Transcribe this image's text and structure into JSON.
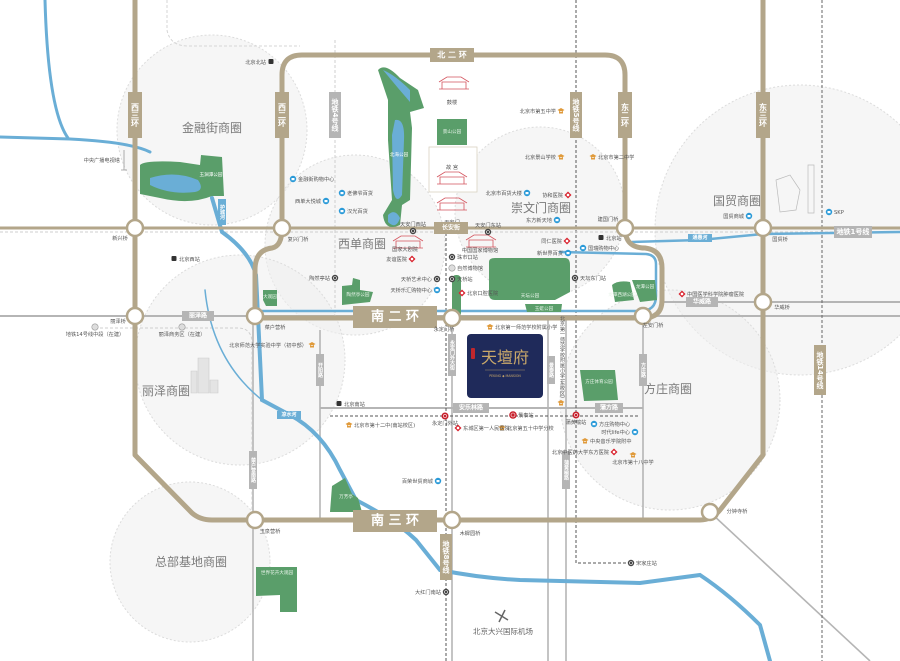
{
  "colors": {
    "ring": "#b3a68a",
    "road": "#b5b5b5",
    "river": "#6aaed6",
    "park": "#5a9e6a",
    "district": "#eeeeee",
    "project": "#1f2a5a",
    "project_text": "#c9a86a",
    "school": "#e09a3a",
    "shop": "#2a9ad8",
    "hospital": "#d9232e",
    "metro": "#444444",
    "label_gray": "#aaaaaa"
  },
  "roads": {
    "north2": "北 二 环",
    "south2": "南 二 环",
    "south3": "南 三 环",
    "west2": "西二环",
    "east2": "东二环",
    "west3": "西三环",
    "east3": "东三环",
    "changan": "长安街",
    "lize": "丽泽路",
    "huawei": "华威路",
    "anlelin": "安乐林路",
    "pufang": "蒲方路",
    "kaiyang": "开阳路",
    "caihuying": "菜户营南路",
    "yongdingmen": "永定门外大街",
    "jingtai": "景泰路",
    "puhuangyu": "蒲黄榆路",
    "fangzhuang": "方庄路"
  },
  "subway": {
    "line4": "地铁4号线",
    "line5": "地铁5号线",
    "line1": "地铁1号线",
    "line14": "地铁14号线",
    "line8": "地铁8号线"
  },
  "rivers": {
    "huchenghe": "护城河",
    "tonghuihe": "通惠河",
    "liangshuihe": "凉水河"
  },
  "districts": [
    "金融街商圈",
    "西单商圈",
    "崇文门商圈",
    "国贸商圈",
    "丽泽商圈",
    "方庄商圈",
    "总部基地商圈"
  ],
  "bridges": [
    "新兴桥",
    "复兴门桥",
    "建国门桥",
    "国贸桥",
    "丽泽桥",
    "菜户营桥",
    "永定门桥",
    "左安门桥",
    "华威桥",
    "玉泉营桥",
    "木樨园桥",
    "分钟寺桥"
  ],
  "parks": [
    "玉渊潭公园",
    "北海公园",
    "景山公园",
    "天坛公园",
    "陶然亭公园",
    "大观园",
    "龙潭公园",
    "龙潭西湖公园",
    "万芳亭",
    "世界花卉大观园",
    "方庄体育公园",
    "玉蜓公园"
  ],
  "landmarks": {
    "drum_tower": "鼓楼",
    "forbidden_city": "故 宫",
    "tiananmen": "天安门",
    "theatre": "国家大剧院",
    "museum": "中国国家博物馆",
    "tv_tower": "中央广播电视塔",
    "airport": "北京大兴国际机场"
  },
  "stations": [
    "北京北站",
    "北京西站",
    "北京站",
    "北京南站",
    "天安门西站",
    "天安门东站",
    "珠市口站",
    "自然博物馆",
    "天桥站",
    "天桥艺术中心",
    "天坛东门站",
    "陶然亭站",
    "永定门外站",
    "景泰站",
    "蒲黄榆站",
    "宋家庄站",
    "大红门南站",
    "丽泽商务区（在建）",
    "地铁14号线中段（在建）"
  ],
  "shops": [
    "金融街购物中心",
    "老佛爷百货",
    "西单大悦城",
    "汉光百货",
    "北京市百货大楼",
    "东方新天地",
    "新世界百货",
    "国瑞购物中心",
    "国贸商城",
    "SKP",
    "天桥乐汇购物中心",
    "方庄购物中心",
    "时代life中心",
    "百荣世贸商城"
  ],
  "schools": [
    "北京市第五中学",
    "北京景山学校",
    "北京市第二中学",
    "北京师范大学实验中学（初中部）",
    "北京第一师范学校附属小学",
    "北京市第十二中(南站校区)",
    "北京第五十中学分校",
    "中央音乐学院附中",
    "北京市第十八中学",
    "北京第一师范学校附属小学(东校区)"
  ],
  "hospitals": [
    "协和医院",
    "同仁医院",
    "友谊医院",
    "北京口腔医院",
    "中国医学科学院肿瘤医院",
    "东城区第一人民医院",
    "北京中医药大学东方医院"
  ],
  "project": {
    "name": "天壇府",
    "subtitle": "PEKING ◆ MANSION"
  }
}
